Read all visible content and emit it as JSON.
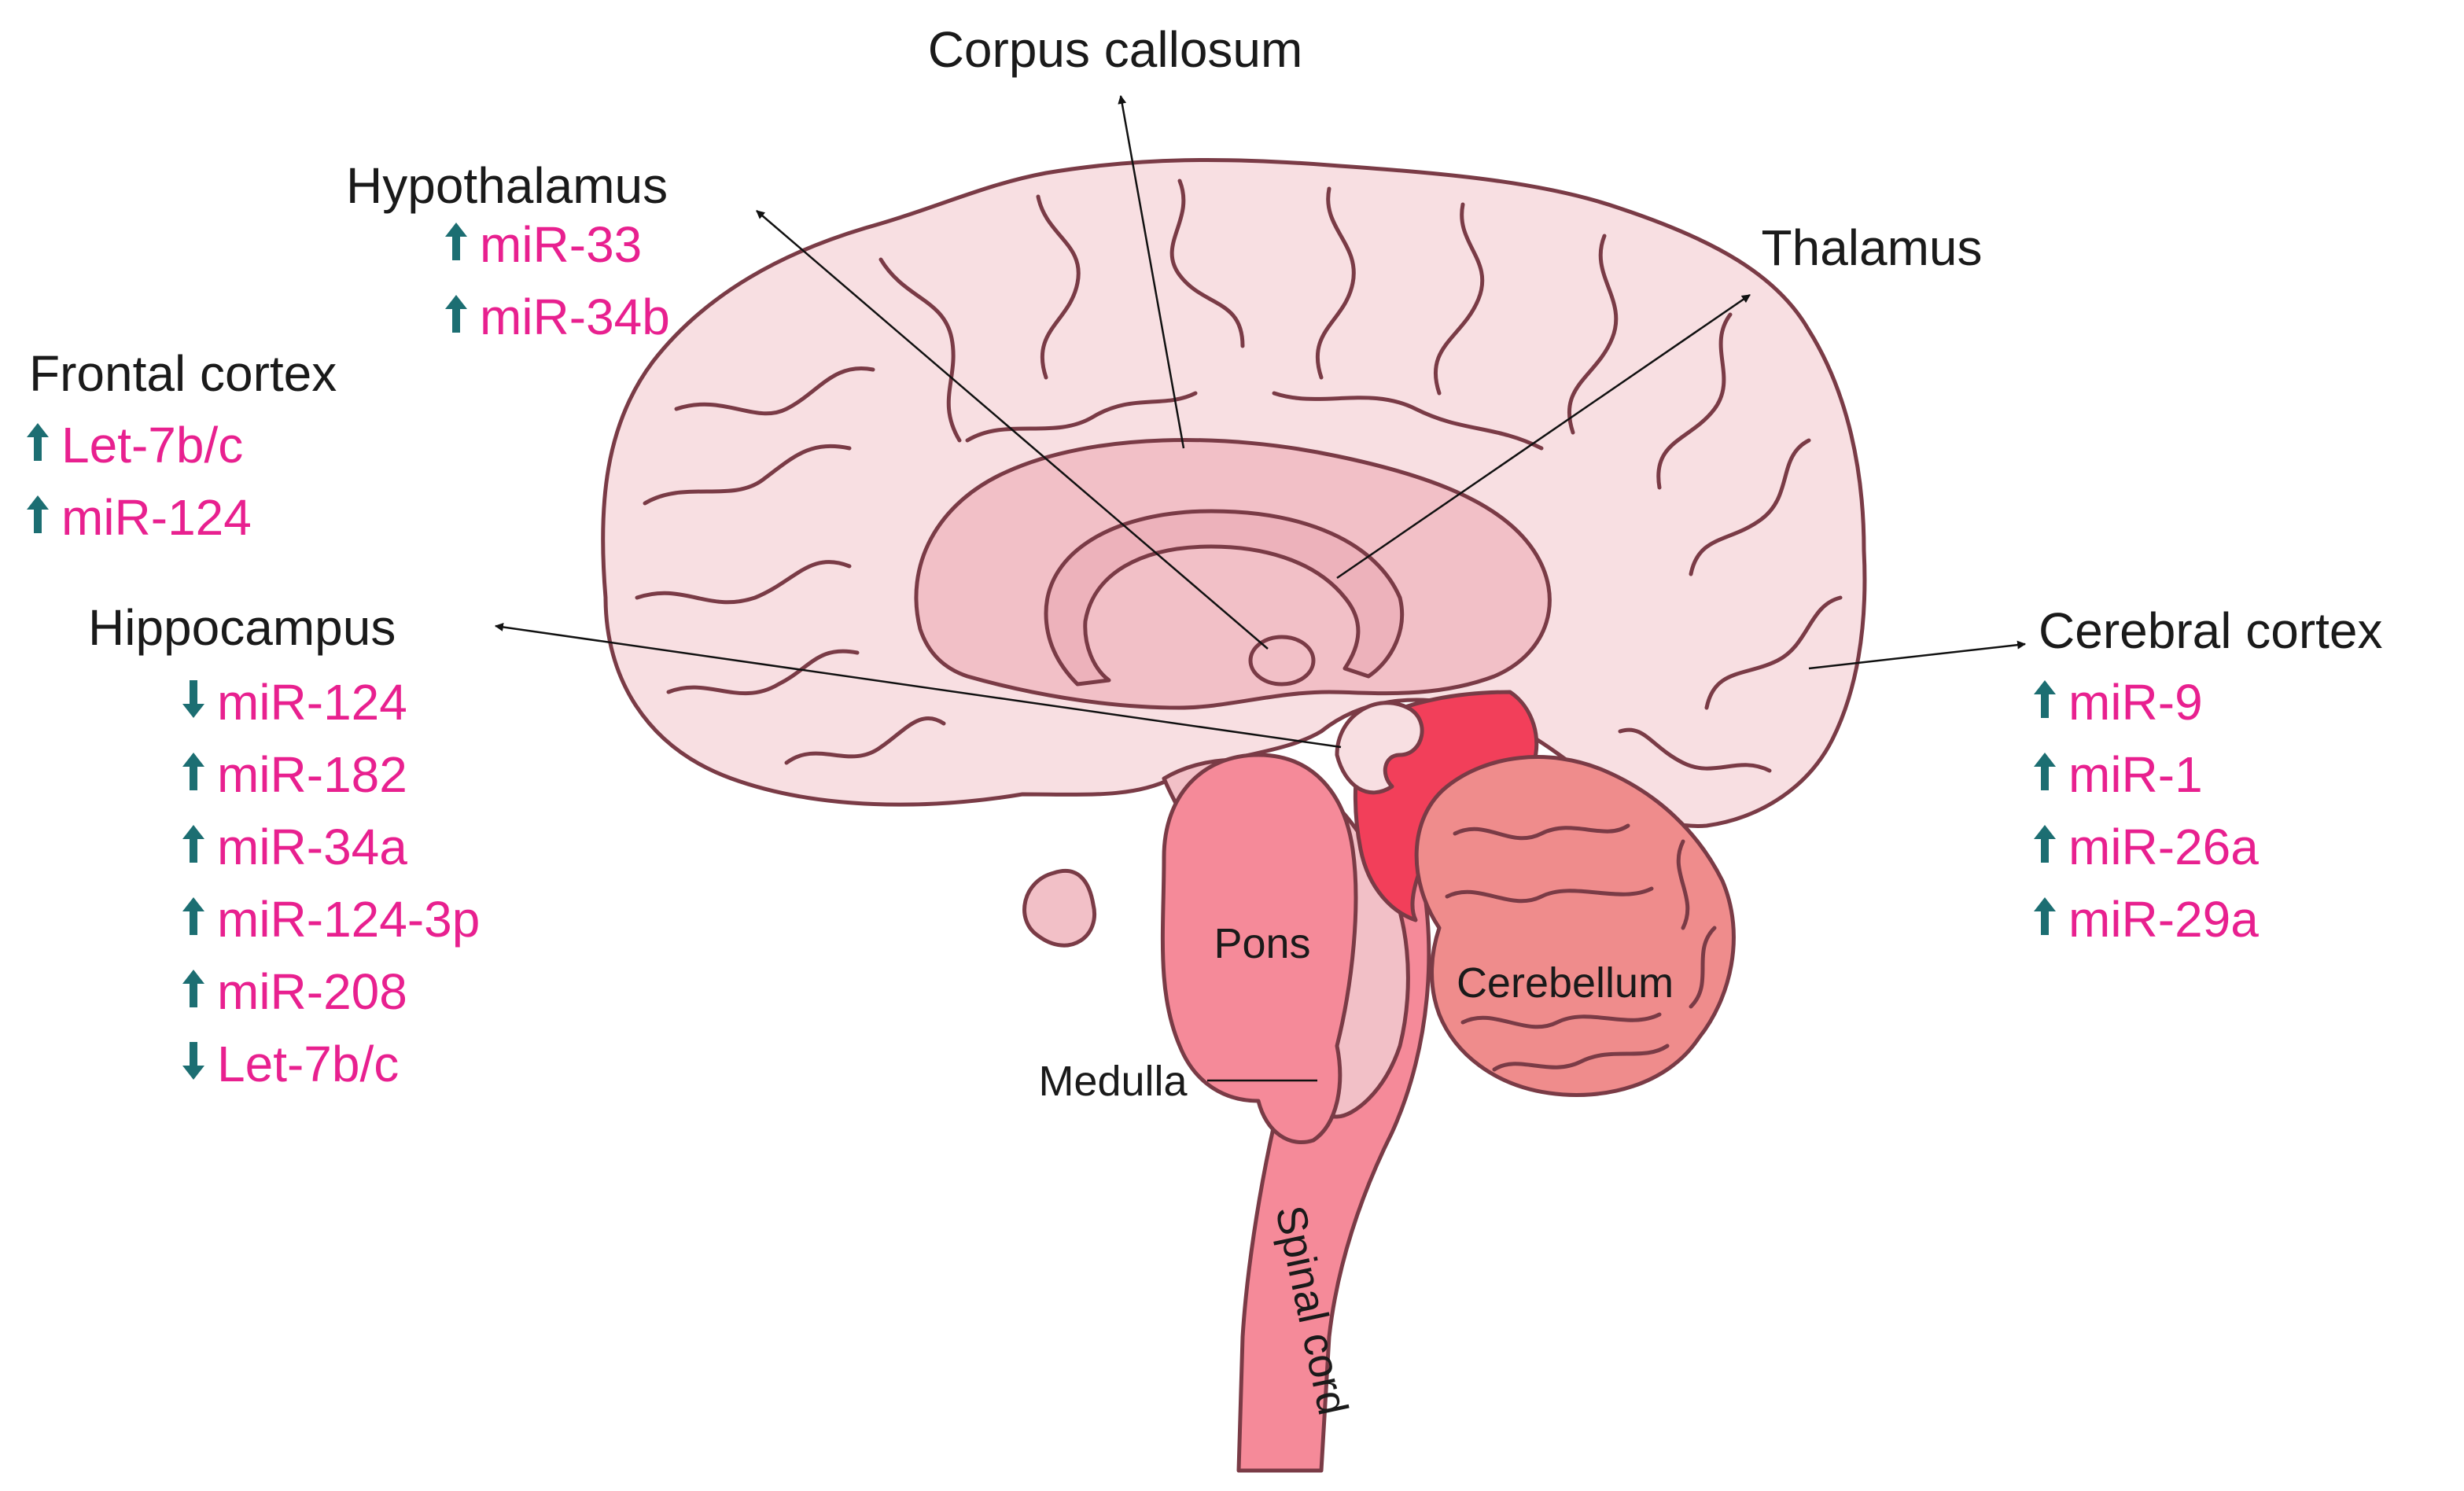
{
  "colors": {
    "mirna_text": "#e8208f",
    "arrow_teal": "#1c6e72",
    "label_text": "#1a1a1a",
    "brain_fill": "#f8dfe2",
    "inner_fill": "#f2c0c7",
    "pons_fill": "#f0808f",
    "cerebellum_fill": "#ef8c8c",
    "dark_region_fill": "#f23f5a",
    "outline": "#7a3b46"
  },
  "structures": {
    "corpus_callosum": "Corpus callosum",
    "thalamus": "Thalamus",
    "pons": "Pons",
    "cerebellum": "Cerebellum",
    "medulla": "Medulla",
    "spinal_cord": "Spinal cord"
  },
  "groups": {
    "hypothalamus": {
      "title": "Hypothalamus",
      "items": [
        {
          "direction": "up",
          "icon": "arrow-up-icon",
          "label": "miR-33"
        },
        {
          "direction": "up",
          "icon": "arrow-up-icon",
          "label": "miR-34b"
        }
      ]
    },
    "frontal_cortex": {
      "title": "Frontal cortex",
      "items": [
        {
          "direction": "up",
          "icon": "arrow-up-icon",
          "label": "Let-7b/c"
        },
        {
          "direction": "up",
          "icon": "arrow-up-icon",
          "label": "miR-124"
        }
      ]
    },
    "hippocampus": {
      "title": "Hippocampus",
      "items": [
        {
          "direction": "down",
          "icon": "arrow-down-icon",
          "label": "miR-124"
        },
        {
          "direction": "up",
          "icon": "arrow-up-icon",
          "label": "miR-182"
        },
        {
          "direction": "up",
          "icon": "arrow-up-icon",
          "label": "miR-34a"
        },
        {
          "direction": "up",
          "icon": "arrow-up-icon",
          "label": "miR-124-3p"
        },
        {
          "direction": "up",
          "icon": "arrow-up-icon",
          "label": "miR-208"
        },
        {
          "direction": "down",
          "icon": "arrow-down-icon",
          "label": "Let-7b/c"
        }
      ]
    },
    "cerebral_cortex": {
      "title": "Cerebral cortex",
      "items": [
        {
          "direction": "up",
          "icon": "arrow-up-icon",
          "label": "miR-9"
        },
        {
          "direction": "up",
          "icon": "arrow-up-icon",
          "label": "miR-1"
        },
        {
          "direction": "up",
          "icon": "arrow-up-icon",
          "label": "miR-26a"
        },
        {
          "direction": "up",
          "icon": "arrow-up-icon",
          "label": "miR-29a"
        }
      ]
    }
  }
}
